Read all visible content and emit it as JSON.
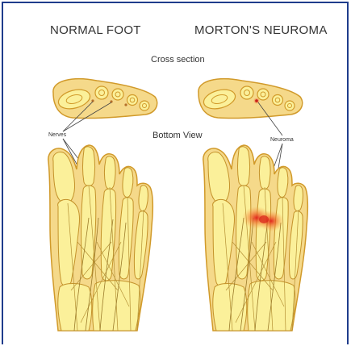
{
  "titles": {
    "left": "NORMAL FOOT",
    "right": "MORTON'S NEUROMA"
  },
  "labels": {
    "cross_section": "Cross section",
    "bottom_view": "Bottom View",
    "nerves": "Nerves",
    "neuroma": "Neuroma"
  },
  "colors": {
    "frame": "#1f3c8c",
    "foot_fill": "#f5d98a",
    "foot_stroke": "#d19a2a",
    "bone_fill": "#fbf09a",
    "inflammation": "#e8401a"
  }
}
